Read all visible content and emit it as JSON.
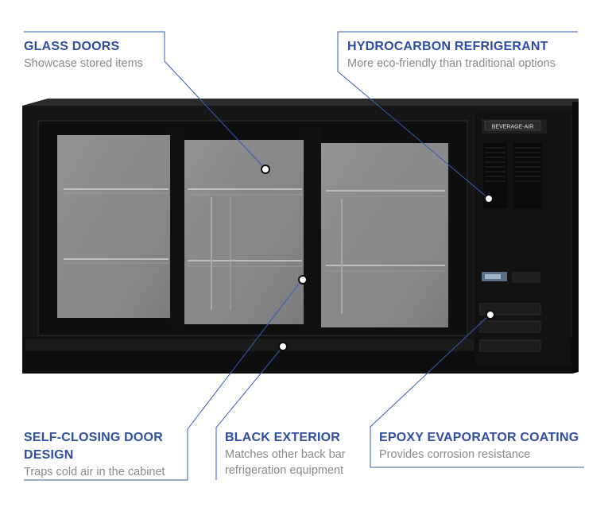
{
  "callouts": {
    "glass_doors": {
      "title": "GLASS DOORS",
      "desc": "Showcase stored items"
    },
    "hydrocarbon": {
      "title": "HYDROCARBON REFRIGERANT",
      "desc": "More eco-friendly than traditional options"
    },
    "self_closing": {
      "title_line1": "SELF-CLOSING DOOR",
      "title_line2": "DESIGN",
      "desc": "Traps cold air in the cabinet"
    },
    "black_exterior": {
      "title": "BLACK EXTERIOR",
      "desc_line1": "Matches other back bar",
      "desc_line2": "refrigeration equipment"
    },
    "epoxy": {
      "title": "EPOXY EVAPORATOR COATING",
      "desc": "Provides corrosion resistance"
    }
  },
  "brand_badge": "BEVERAGE-AIR",
  "colors": {
    "accent": "#2f4ea2",
    "line": "#3a5bb5",
    "cabinet": "#141414",
    "glass": "#8c8c8c"
  }
}
